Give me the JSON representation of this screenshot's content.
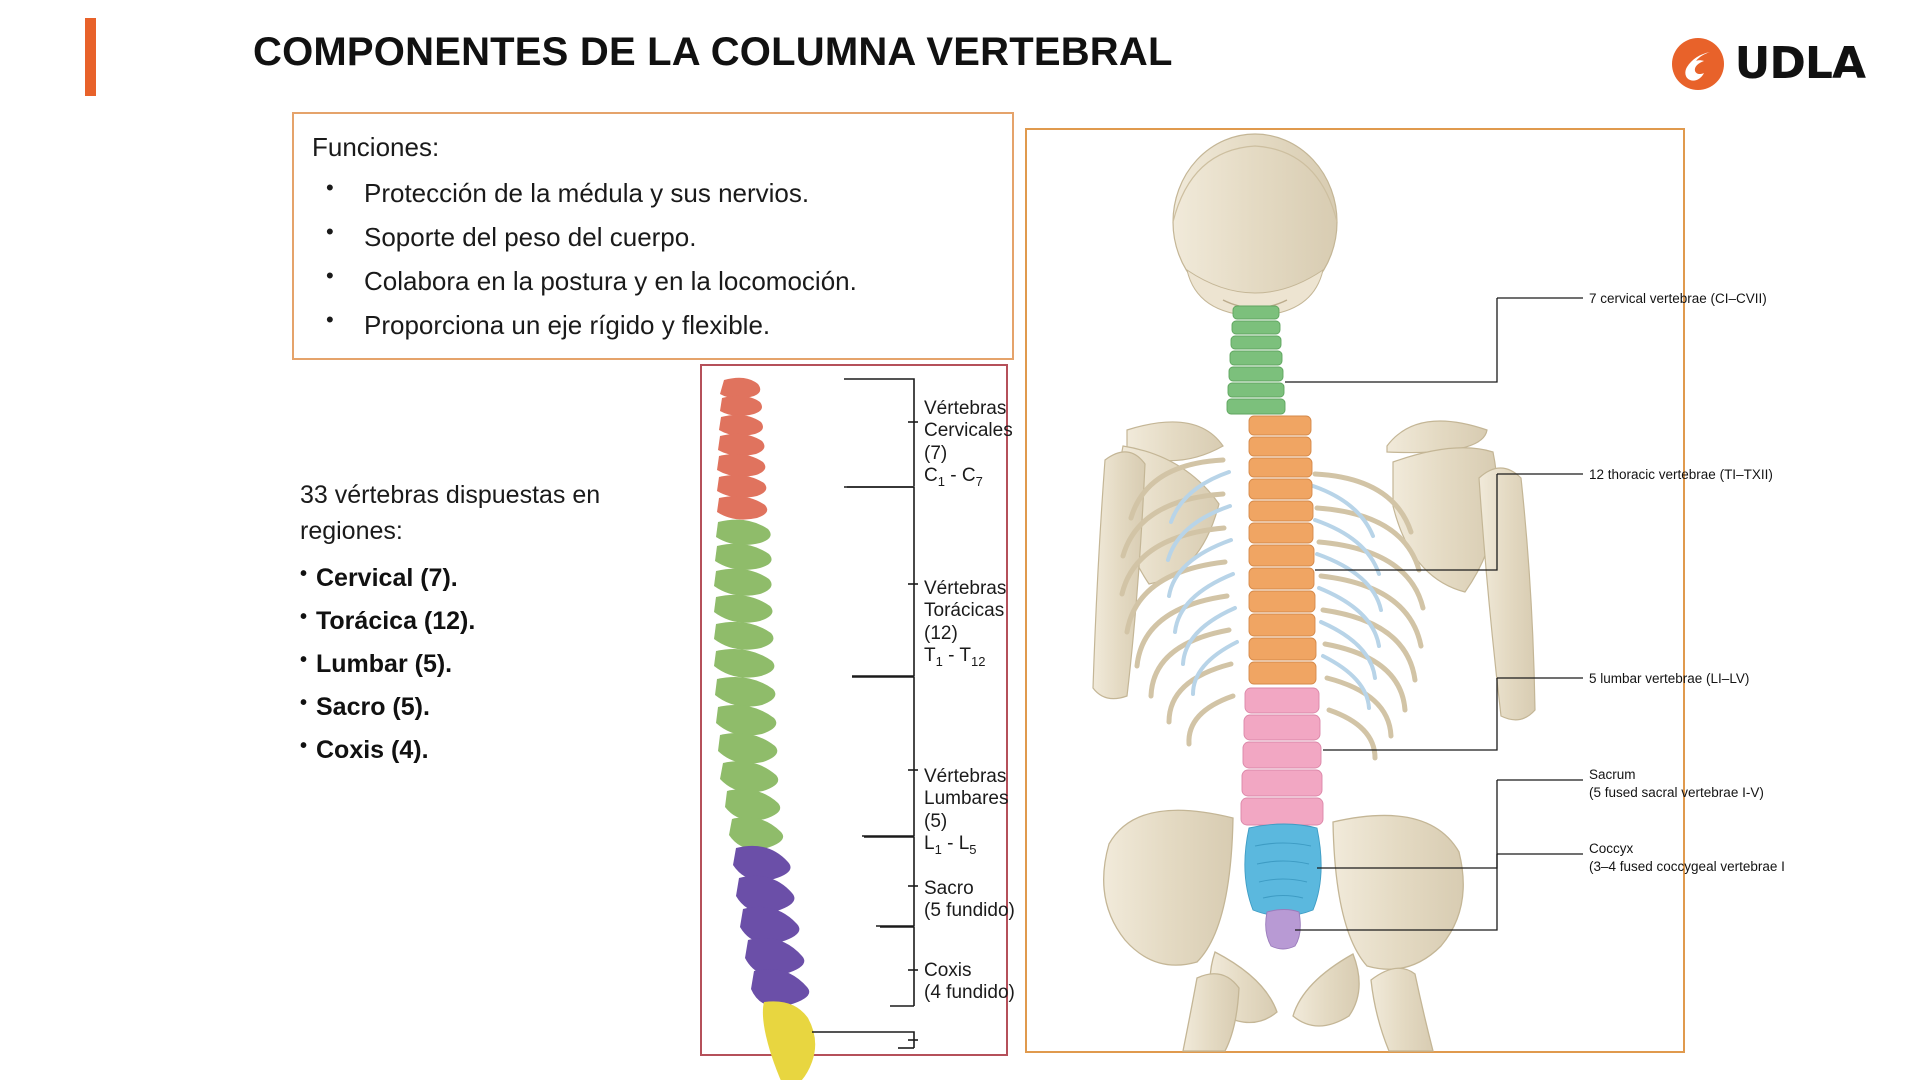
{
  "header": {
    "title": "COMPONENTES DE LA COLUMNA VERTEBRAL",
    "accent_color": "#E8622A",
    "logo": {
      "wordmark": "UDLA",
      "mark_name": "udla-flame-mark",
      "mark_color": "#E8622A"
    }
  },
  "funciones": {
    "heading": "Funciones:",
    "border_color": "#E5A36B",
    "items": [
      "Protección de la médula y sus nervios.",
      "Soporte del peso del cuerpo.",
      "Colabora en la postura y en la locomoción.",
      "Proporciona un eje rígido y flexible."
    ]
  },
  "regions": {
    "intro": "33 vértebras dispuestas en regiones:",
    "items": [
      "Cervical (7).",
      "Torácica (12).",
      "Lumbar (5).",
      "Sacro (5).",
      "Coxis (4)."
    ]
  },
  "spine_figure": {
    "border_color": "#B5505A",
    "labels": [
      {
        "line1": "Vértebras",
        "line2": "Cervicales",
        "line3": "(7)",
        "line4_pre": "C",
        "line4_sub1": "1",
        "line4_mid": " - C",
        "line4_sub2": "7"
      },
      {
        "line1": "Vértebras",
        "line2": "Torácicas",
        "line3": "(12)",
        "line4_pre": "T",
        "line4_sub1": "1",
        "line4_mid": " - T",
        "line4_sub2": "12"
      },
      {
        "line1": "Vértebras",
        "line2": "Lumbares",
        "line3": "(5)",
        "line4_pre": "L",
        "line4_sub1": "1",
        "line4_mid": " - L",
        "line4_sub2": "5"
      }
    ],
    "sacro": {
      "line1": "Sacro",
      "line2": "(5 fundido)"
    },
    "coxis": {
      "line1": "Coxis",
      "line2": "(4 fundido)"
    },
    "segment_colors": {
      "cervical": "#E0735E",
      "thoracic": "#8FBC6A",
      "lumbar": "#6B4FA8",
      "sacrum": "#E8D640",
      "coccyx": "#4A6B63"
    }
  },
  "skeleton_figure": {
    "border_color": "#E09A4E",
    "labels": [
      {
        "text": "7 cervical vertebrae (CI–CVII)"
      },
      {
        "text": "12 thoracic vertebrae (TI–TXII)"
      },
      {
        "text": "5 lumbar vertebrae (LI–LV)"
      },
      {
        "line1": "Sacrum",
        "line2": "(5 fused sacral vertebrae I-V)"
      },
      {
        "line1": "Coccyx",
        "line2": "(3–4 fused coccygeal vertebrae I"
      }
    ],
    "segment_colors": {
      "bone": "#E8DFCB",
      "cervical": "#7CC07C",
      "thoracic": "#F0A563",
      "ribs": "#B8D4E8",
      "lumbar": "#F2A7C3",
      "sacrum": "#5BB8DE",
      "coccyx": "#B89AD4"
    }
  }
}
